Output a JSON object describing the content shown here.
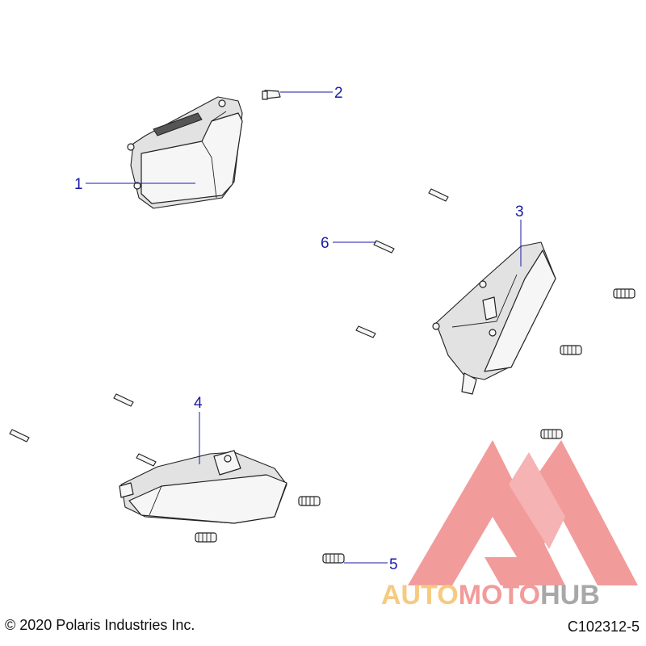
{
  "callouts": [
    {
      "label": "1"
    },
    {
      "label": "2"
    },
    {
      "label": "3"
    },
    {
      "label": "4"
    },
    {
      "label": "5"
    },
    {
      "label": "6"
    }
  ],
  "footer": {
    "copyright": "© 2020 Polaris Industries Inc.",
    "drawing_id": "C102312-5"
  },
  "watermark": {
    "part1": "AUTO",
    "part2": "MOTO",
    "part3": "HUB",
    "color_red": "#f08a8a",
    "color_orange": "#f5c16c",
    "color_gray": "#9a9a9a"
  }
}
